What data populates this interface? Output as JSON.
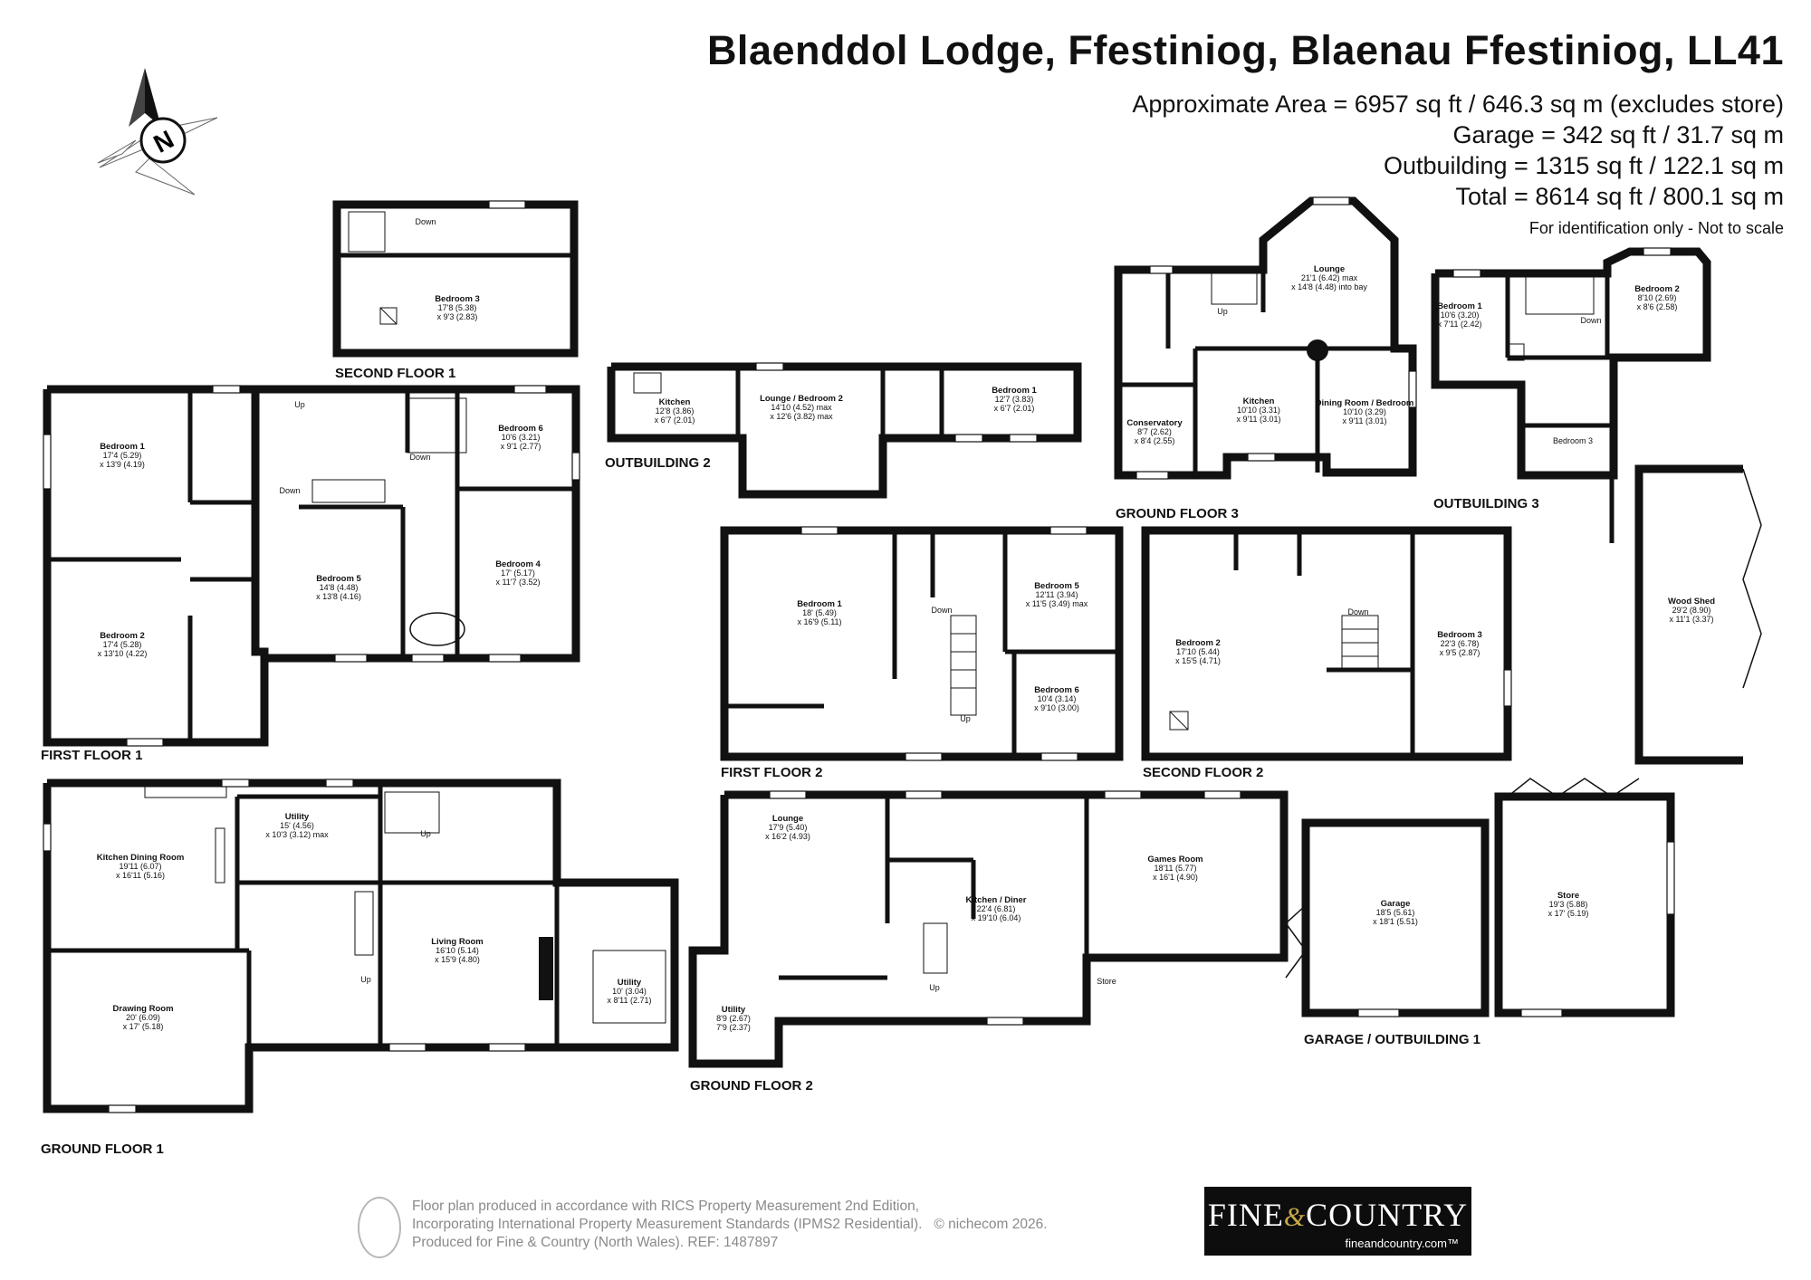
{
  "header": {
    "title": "Blaenddol Lodge, Ffestiniog, Blaenau Ffestiniog, LL41",
    "areas": [
      "Approximate Area = 6957 sq ft / 646.3 sq m (excludes store)",
      "Garage = 342 sq ft / 31.7 sq m",
      "Outbuilding = 1315 sq ft / 122.1 sq m",
      "Total = 8614 sq ft / 800.1 sq m"
    ],
    "note": "For identification only - Not to scale"
  },
  "compass": {
    "label": "N",
    "icon": "compass-north-icon"
  },
  "floors": {
    "second_floor_1": "SECOND FLOOR 1",
    "first_floor_1": "FIRST FLOOR 1",
    "ground_floor_1": "GROUND FLOOR 1",
    "outbuilding_2": "OUTBUILDING 2",
    "first_floor_2": "FIRST FLOOR 2",
    "ground_floor_2": "GROUND FLOOR 2",
    "ground_floor_3": "GROUND FLOOR 3",
    "outbuilding_3": "OUTBUILDING 3",
    "second_floor_2": "SECOND FLOOR 2",
    "garage_outbuilding_1": "GARAGE / OUTBUILDING 1"
  },
  "rooms": {
    "sf1_bed3": [
      "Bedroom 3",
      "17'8 (5.38)",
      "x 9'3 (2.83)"
    ],
    "ff1_bed1": [
      "Bedroom 1",
      "17'4 (5.29)",
      "x 13'9 (4.19)"
    ],
    "ff1_bed2": [
      "Bedroom 2",
      "17'4 (5.28)",
      "x 13'10 (4.22)"
    ],
    "ff1_bed5": [
      "Bedroom 5",
      "14'8 (4.48)",
      "x 13'8 (4.16)"
    ],
    "ff1_bed6": [
      "Bedroom 6",
      "10'6 (3.21)",
      "x 9'1 (2.77)"
    ],
    "ff1_bed4": [
      "Bedroom 4",
      "17' (5.17)",
      "x 11'7 (3.52)"
    ],
    "gf1_kitchen": [
      "Kitchen Dining Room",
      "19'11 (6.07)",
      "x 16'11 (5.16)"
    ],
    "gf1_utility": [
      "Utility",
      "15' (4.56)",
      "x 10'3 (3.12) max"
    ],
    "gf1_drawing": [
      "Drawing Room",
      "20' (6.09)",
      "x 17' (5.18)"
    ],
    "gf1_living": [
      "Living Room",
      "16'10 (5.14)",
      "x 15'9 (4.80)"
    ],
    "gf1_utility2": [
      "Utility",
      "10' (3.04)",
      "x 8'11 (2.71)"
    ],
    "ob2_kitchen": [
      "Kitchen",
      "12'8 (3.86)",
      "x 6'7 (2.01)"
    ],
    "ob2_lounge": [
      "Lounge / Bedroom 2",
      "14'10 (4.52) max",
      "x 12'6 (3.82) max"
    ],
    "ob2_bed1": [
      "Bedroom 1",
      "12'7 (3.83)",
      "x 6'7 (2.01)"
    ],
    "ff2_bed1": [
      "Bedroom 1",
      "18' (5.49)",
      "x 16'9 (5.11)"
    ],
    "ff2_bed5": [
      "Bedroom 5",
      "12'11 (3.94)",
      "x 11'5 (3.49) max"
    ],
    "ff2_bed6": [
      "Bedroom 6",
      "10'4 (3.14)",
      "x 9'10 (3.00)"
    ],
    "gf2_lounge": [
      "Lounge",
      "17'9 (5.40)",
      "x 16'2 (4.93)"
    ],
    "gf2_kitchen": [
      "Kitchen / Diner",
      "22'4 (6.81)",
      "x 19'10 (6.04)"
    ],
    "gf2_games": [
      "Games Room",
      "18'11 (5.77)",
      "x 16'1 (4.90)"
    ],
    "gf2_utility": [
      "Utility",
      "8'9 (2.67)",
      "7'9 (2.37)"
    ],
    "gf3_lounge": [
      "Lounge",
      "21'1 (6.42) max",
      "x 14'8 (4.48) into bay"
    ],
    "gf3_kitchen": [
      "Kitchen",
      "10'10 (3.31)",
      "x 9'11 (3.01)"
    ],
    "gf3_dining": [
      "Dining Room / Bedroom",
      "10'10 (3.29)",
      "x 9'11 (3.01)"
    ],
    "gf3_conserv": [
      "Conservatory",
      "8'7 (2.62)",
      "x 8'4 (2.55)"
    ],
    "ob3_bed1": [
      "Bedroom 1",
      "10'6 (3.20)",
      "x 7'11 (2.42)"
    ],
    "ob3_bed2": [
      "Bedroom 2",
      "8'10 (2.69)",
      "x 8'6 (2.58)"
    ],
    "ob3_bed3": [
      "Bedroom 3"
    ],
    "sf2_bed2": [
      "Bedroom 2",
      "17'10 (5.44)",
      "x 15'5 (4.71)"
    ],
    "sf2_bed3": [
      "Bedroom 3",
      "22'3 (6.78)",
      "x 9'5 (2.87)"
    ],
    "woodshed": [
      "Wood Shed",
      "29'2 (8.90)",
      "x 11'1 (3.37)"
    ],
    "garage": [
      "Garage",
      "18'5 (5.61)",
      "x 18'1 (5.51)"
    ],
    "store": [
      "Store",
      "19'3 (5.88)",
      "x 17' (5.19)"
    ],
    "gf2_store": [
      "Store"
    ]
  },
  "stairs": {
    "up": "Up",
    "down": "Down"
  },
  "footer": {
    "lines": [
      "Floor plan produced in accordance with RICS Property Measurement 2nd Edition,",
      "Incorporating International Property Measurement Standards (IPMS2 Residential).",
      "Produced for Fine & Country (North Wales).   REF: 1487897"
    ],
    "copyright": "© nichecom 2026."
  },
  "logo": {
    "brand_left": "FINE",
    "amp": "&",
    "brand_right": "COUNTRY",
    "url": "fineandcountry.com™"
  },
  "colors": {
    "wall": "#111111",
    "background": "#ffffff",
    "logo_bg": "#0d0d0d",
    "logo_accent": "#c9a94a",
    "footer_text": "#8a8a8a"
  }
}
